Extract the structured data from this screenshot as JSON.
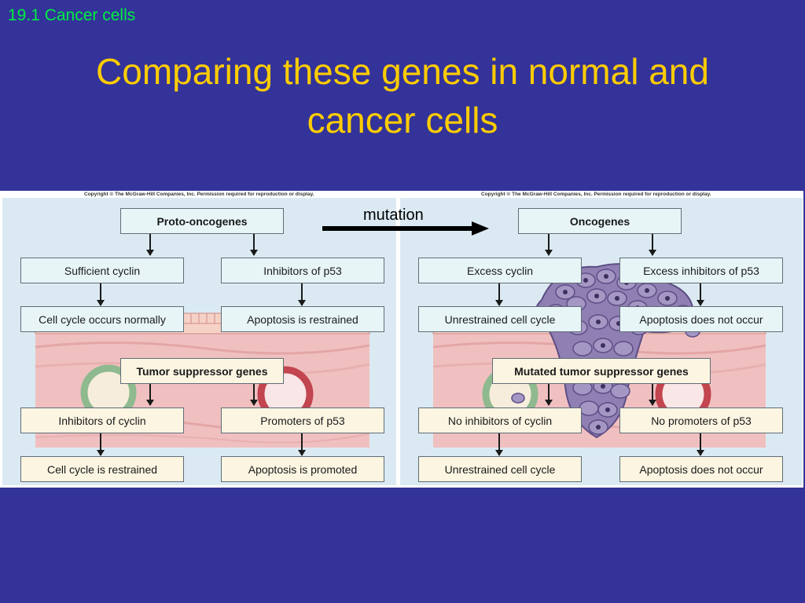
{
  "slide": {
    "section": "19.1 Cancer cells",
    "title_line1": "Comparing these genes in normal and",
    "title_line2": "cancer cells"
  },
  "figure": {
    "copyright": "Copyright © The McGraw-Hill Companies, Inc. Permission required for reproduction or display.",
    "mutation_label": "mutation",
    "normal": {
      "header": "Proto-oncogenes",
      "row1_left": "Sufficient cyclin",
      "row1_right": "Inhibitors of p53",
      "row2_left": "Cell cycle occurs normally",
      "row2_right": "Apoptosis is restrained",
      "mid_header": "Tumor suppressor genes",
      "row3_left": "Inhibitors of cyclin",
      "row3_right": "Promoters of p53",
      "row4_left": "Cell cycle is restrained",
      "row4_right": "Apoptosis is promoted"
    },
    "cancer": {
      "header": "Oncogenes",
      "row1_left": "Excess cyclin",
      "row1_right": "Excess inhibitors of p53",
      "row2_left": "Unrestrained cell cycle",
      "row2_right": "Apoptosis does not occur",
      "mid_header": "Mutated tumor suppressor genes",
      "row3_left": "No inhibitors of cyclin",
      "row3_right": "No promoters of p53",
      "row4_left": "Unrestrained cell cycle",
      "row4_right": "Apoptosis does not occur"
    }
  },
  "colors": {
    "background": "#333399",
    "title": "#ffcc00",
    "section": "#00ee44"
  }
}
